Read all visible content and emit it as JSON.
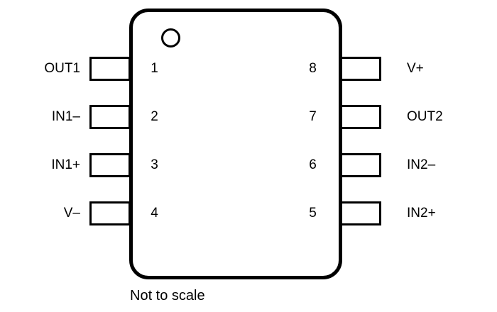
{
  "diagram": {
    "caption": "Not to scale",
    "colors": {
      "line": "#000000",
      "background": "#ffffff"
    },
    "left_pins": [
      {
        "number": "1",
        "label": "OUT1"
      },
      {
        "number": "2",
        "label": "IN1–"
      },
      {
        "number": "3",
        "label": "IN1+"
      },
      {
        "number": "4",
        "label": "V–"
      }
    ],
    "right_pins": [
      {
        "number": "8",
        "label": "V+"
      },
      {
        "number": "7",
        "label": "OUT2"
      },
      {
        "number": "6",
        "label": "IN2–"
      },
      {
        "number": "5",
        "label": "IN2+"
      }
    ]
  }
}
